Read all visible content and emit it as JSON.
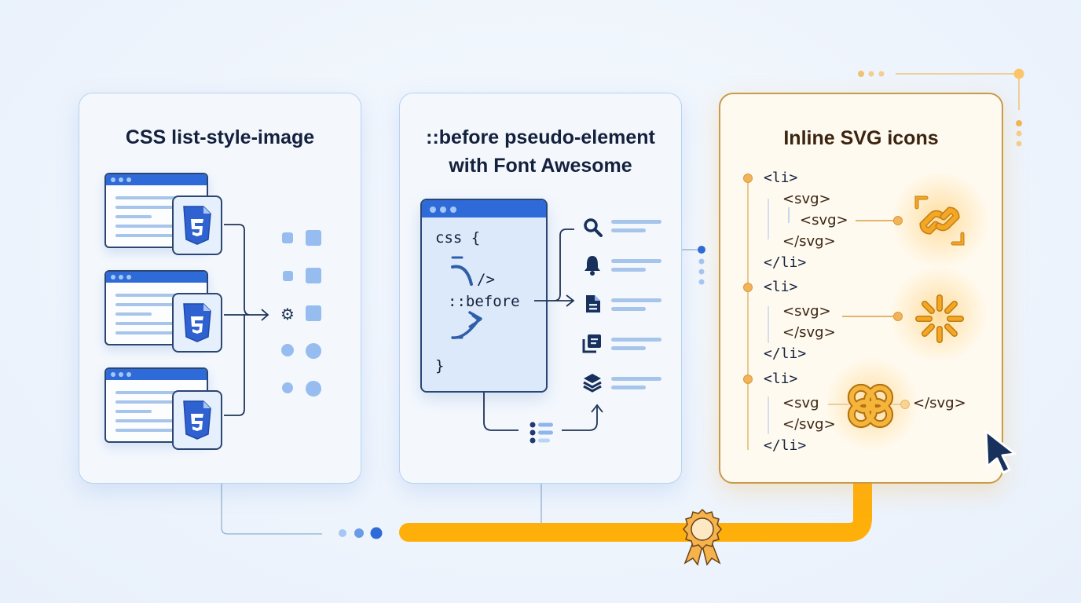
{
  "panels": [
    {
      "title": "CSS list-style-image",
      "items": [
        {
          "icon": "css3-file-icon"
        },
        {
          "icon": "css3-file-icon"
        },
        {
          "icon": "css3-file-icon"
        }
      ],
      "bullet_markers": [
        "square-small",
        "square-large",
        "square-small",
        "square-large",
        "gear",
        "square-large",
        "circle-small",
        "circle-large",
        "circle-small",
        "circle-large"
      ]
    },
    {
      "title_line1": "::before pseudo-element",
      "title_line2": "with Font Awesome",
      "code": {
        "line1": "css {",
        "line2": "/>",
        "line3": "::before",
        "line4": "}"
      },
      "icons": [
        "search-icon",
        "bell-icon",
        "file-icon",
        "copy-icon",
        "layers-icon"
      ]
    },
    {
      "title": "Inline SVG icons",
      "groups": [
        {
          "open": "<li>",
          "svg_open": "<svg>",
          "svg_inner": "<svg>",
          "svg_close": "</svg>",
          "close": "</li>",
          "icon": "link-icon"
        },
        {
          "open": "<li>",
          "svg_open": "<svg>",
          "svg_close": "</svg>",
          "close": "</li>",
          "icon": "spinner-icon"
        },
        {
          "open": "<li>",
          "svg_open": "<svg",
          "svg_after": "</svg>",
          "svg_close": "</svg>",
          "close": "</li>",
          "icon": "chain-knot-icon"
        }
      ]
    }
  ],
  "colors": {
    "blue_accent": "#2f6bd8",
    "navy": "#14213d",
    "gold_accent": "#ffaf0a",
    "gold_border": "#c99a4a"
  },
  "footer": {
    "award_icon": "ribbon-award-icon",
    "cursor": "mouse-pointer-icon"
  }
}
